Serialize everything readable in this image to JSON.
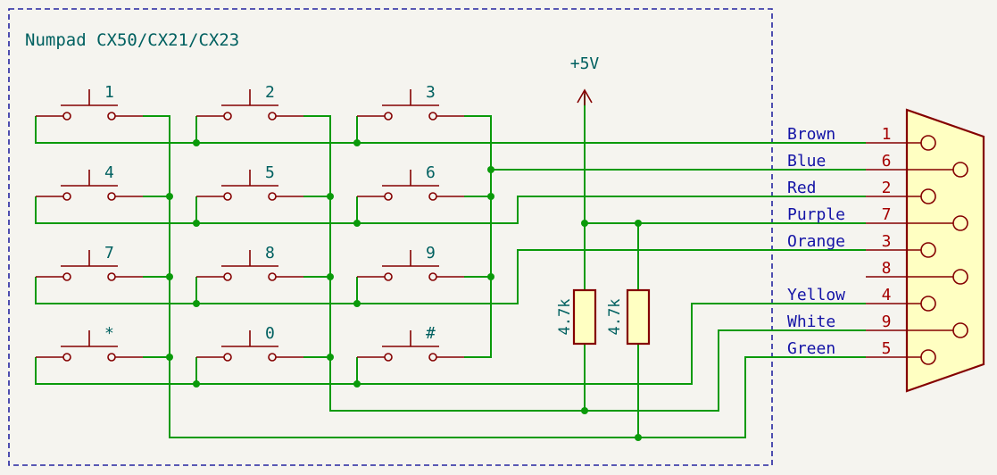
{
  "title": "Numpad CX50/CX21/CX23",
  "colors": {
    "background": "#f5f4ef",
    "wire": "#0a9a0a",
    "junction": "#0a9a0a",
    "symbol": "#840000",
    "symbol_fill": "#ffffc2",
    "label_teal": "#006060",
    "label_blue": "#1313a6",
    "pin_number": "#a50000",
    "frame": "#2424a0"
  },
  "keys": [
    "1",
    "2",
    "3",
    "4",
    "5",
    "6",
    "7",
    "8",
    "9",
    "*",
    "0",
    "#"
  ],
  "power": {
    "label": "+5V"
  },
  "resistors": [
    {
      "value": "4.7k"
    },
    {
      "value": "4.7k"
    }
  ],
  "connector": {
    "pins": [
      {
        "wire": "Brown",
        "pin": "1"
      },
      {
        "wire": "Blue",
        "pin": "6"
      },
      {
        "wire": "Red",
        "pin": "2"
      },
      {
        "wire": "Purple",
        "pin": "7"
      },
      {
        "wire": "Orange",
        "pin": "3"
      },
      {
        "wire": "",
        "pin": "8"
      },
      {
        "wire": "Yellow",
        "pin": "4"
      },
      {
        "wire": "White",
        "pin": "9"
      },
      {
        "wire": "Green",
        "pin": "5"
      }
    ]
  }
}
